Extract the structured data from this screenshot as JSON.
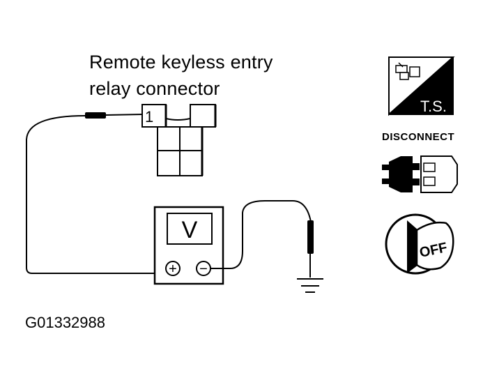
{
  "diagram": {
    "title_line1": "Remote keyless entry",
    "title_line2": "relay connector",
    "terminal_label": "1",
    "meter_label": "V",
    "meter_plus": "+",
    "meter_minus": "−",
    "figure_id": "G01332988"
  },
  "icons": {
    "ts_label": "T.S.",
    "disconnect_label": "DISCONNECT",
    "off_label": "OFF"
  }
}
